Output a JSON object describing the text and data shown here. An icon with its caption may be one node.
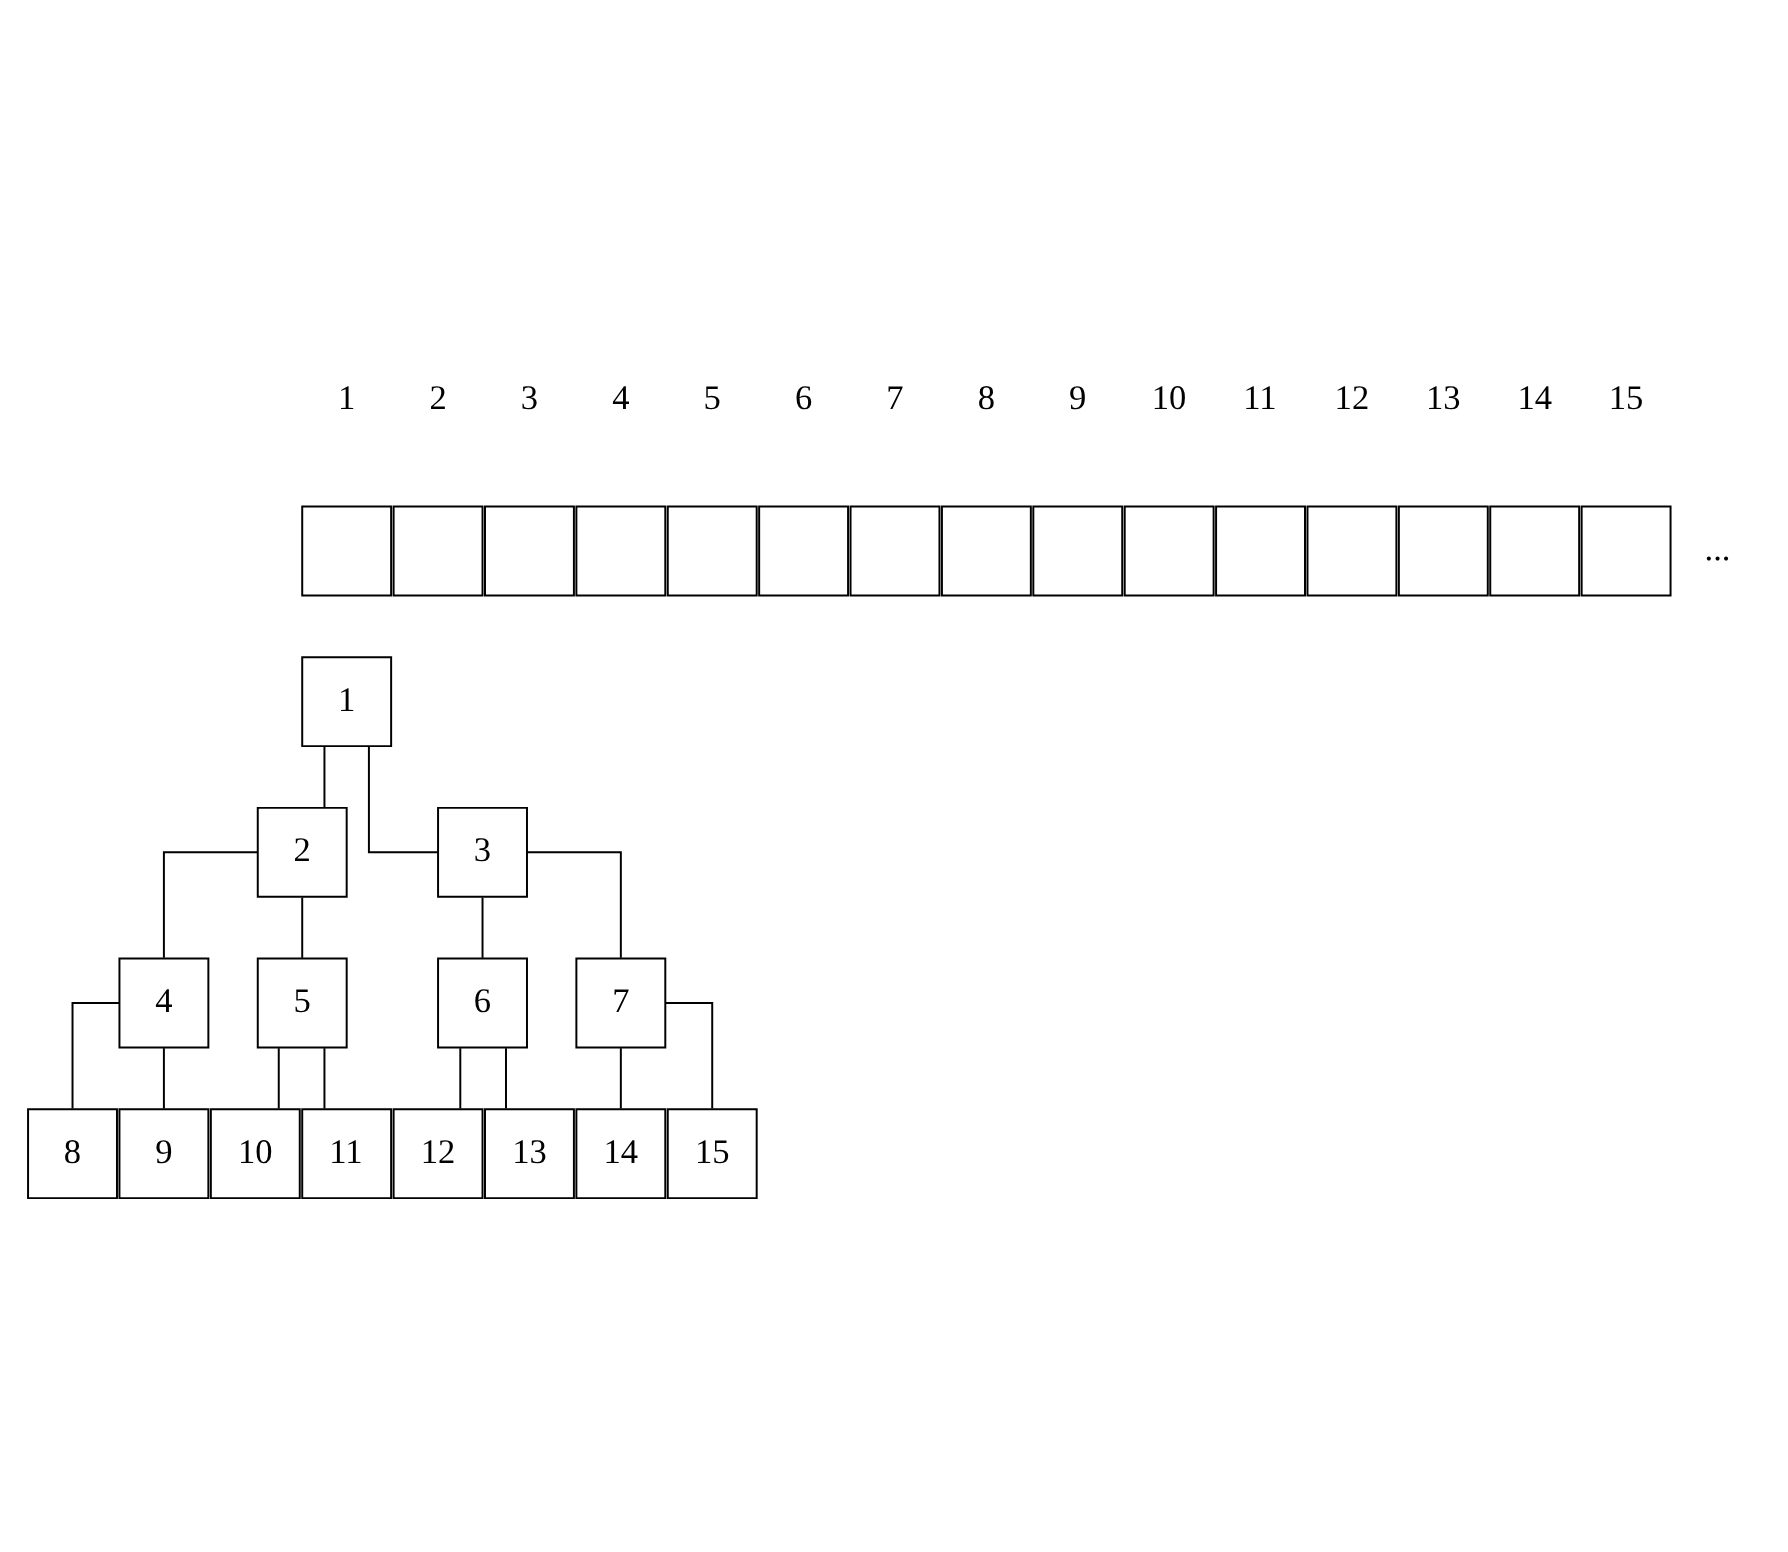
{
  "diagram": {
    "nodes": [
      {
        "text": [],
        "shape": "box",
        "beside": [
          "1"
        ]
      },
      {
        "text": [],
        "shape": "box",
        "beside": [
          "2"
        ]
      },
      {
        "text": [],
        "shape": "box",
        "beside": [
          "3"
        ]
      },
      {
        "text": [],
        "shape": "box",
        "beside": [
          "4"
        ]
      },
      {
        "text": [],
        "shape": "box",
        "beside": [
          "5"
        ]
      },
      {
        "text": [],
        "shape": "box",
        "beside": [
          "6"
        ]
      },
      {
        "text": [],
        "shape": "box",
        "beside": [
          "7"
        ]
      },
      {
        "text": [],
        "shape": "box",
        "beside": [
          "8"
        ]
      },
      {
        "text": [],
        "shape": "box",
        "beside": [
          "9"
        ]
      },
      {
        "text": [],
        "shape": "box",
        "beside": [
          "10"
        ]
      },
      {
        "text": [],
        "shape": "box",
        "beside": [
          "11"
        ]
      },
      {
        "text": [],
        "shape": "box",
        "beside": [
          "12"
        ]
      },
      {
        "text": [],
        "shape": "box",
        "beside": [
          "13"
        ]
      },
      {
        "text": [],
        "shape": "box",
        "beside": [
          "14"
        ]
      },
      {
        "text": [],
        "shape": "box",
        "beside": [
          "15"
        ]
      },
      {
        "text": [
          "1"
        ]
      },
      {
        "text": [
          "2"
        ]
      },
      {
        "text": [
          "3"
        ]
      },
      {
        "text": [
          "4"
        ]
      },
      {
        "text": [
          "5"
        ]
      },
      {
        "text": [
          "6"
        ]
      },
      {
        "text": [
          "7"
        ]
      },
      {
        "text": [
          "8"
        ]
      },
      {
        "text": [
          "9"
        ]
      },
      {
        "text": [
          "10"
        ]
      },
      {
        "text": [
          "11"
        ]
      },
      {
        "text": [
          "12"
        ]
      },
      {
        "text": [
          "13"
        ]
      },
      {
        "text": [
          "14"
        ]
      },
      {
        "text": [
          "15"
        ]
      }
    ],
    "edges": [
      {
        "from": 15,
        "to": 16,
        "arrow": "none"
      },
      {
        "from": 15,
        "to": 17,
        "arrow": "none"
      },
      {
        "from": 16,
        "to": 18,
        "arrow": "none"
      },
      {
        "from": 16,
        "to": 19,
        "arrow": "none"
      },
      {
        "from": 17,
        "to": 20,
        "arrow": "none"
      },
      {
        "from": 17,
        "to": 21,
        "arrow": "none"
      },
      {
        "from": 18,
        "to": 22,
        "arrow": "none"
      },
      {
        "from": 18,
        "to": 23,
        "arrow": "none"
      },
      {
        "from": 19,
        "to": 24,
        "arrow": "none"
      },
      {
        "from": 19,
        "to": 25,
        "arrow": "none"
      },
      {
        "from": 20,
        "to": 26,
        "arrow": "none"
      },
      {
        "from": 20,
        "to": 27,
        "arrow": "none"
      },
      {
        "from": 21,
        "to": 28,
        "arrow": "none"
      },
      {
        "from": 21,
        "to": 29,
        "arrow": "none"
      }
    ],
    "labels": [
      "..."
    ]
  }
}
